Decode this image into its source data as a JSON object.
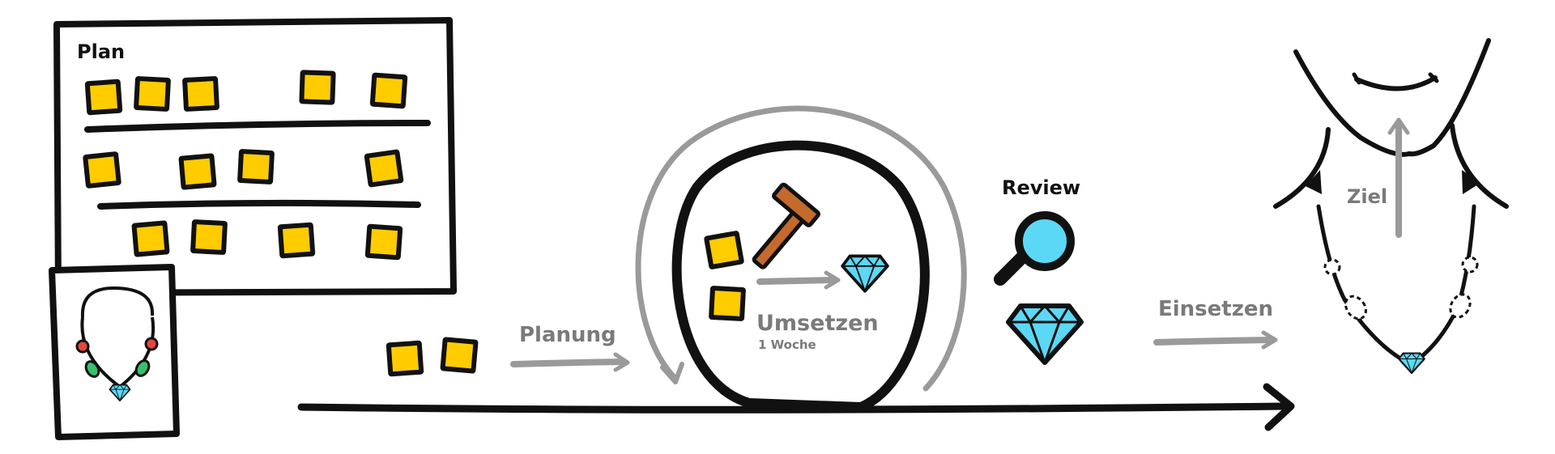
{
  "labels": {
    "plan": "Plan",
    "planung": "Planung",
    "umsetzen": "Umsetzen",
    "umsetzen_duration": "1 Woche",
    "review": "Review",
    "einsetzen": "Einsetzen",
    "ziel": "Ziel"
  },
  "colors": {
    "sticky_note": "#FFCC00",
    "outline": "#111111",
    "arrow_grey": "#9a9a9a",
    "label_grey": "#7a7a7a",
    "gem": "#5BD8F5",
    "hammer_head": "#C46A2C",
    "bead_red": "#E8453C",
    "bead_green": "#36C26B"
  },
  "icons": [
    "sticky-note-icon",
    "hammer-icon",
    "diamond-icon",
    "magnifier-icon",
    "necklace-icon",
    "smile-icon"
  ]
}
